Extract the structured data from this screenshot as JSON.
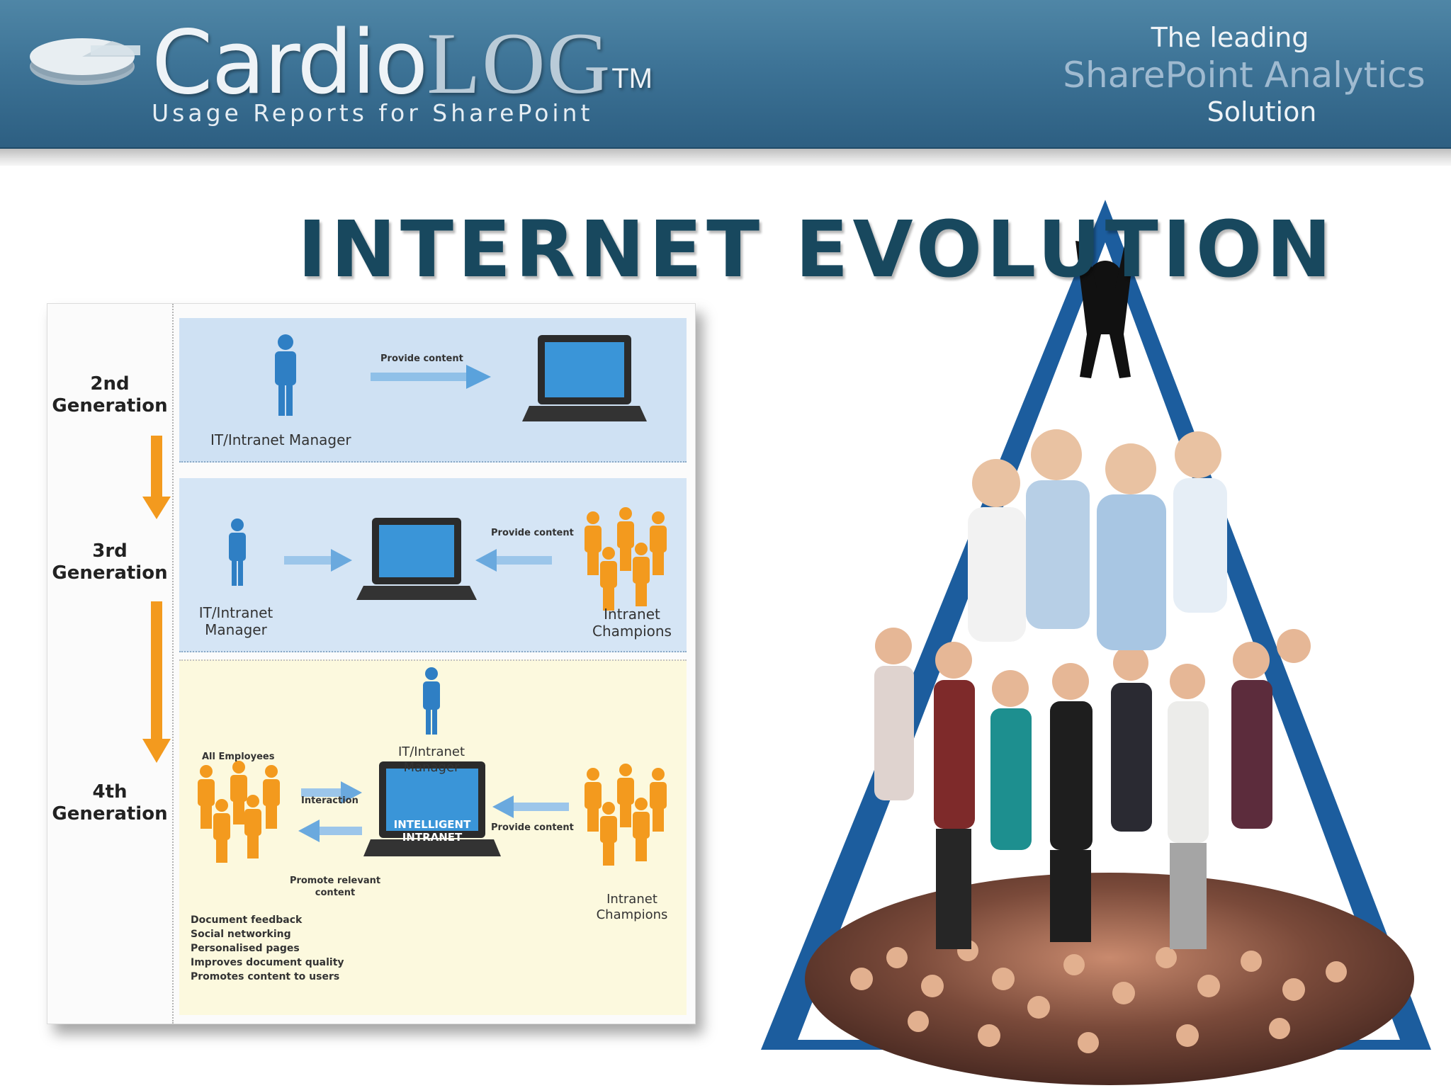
{
  "header": {
    "logo_main": "Cardio",
    "logo_log": "LOG",
    "logo_tm": "TM",
    "logo_tagline": "Usage Reports for SharePoint",
    "tag_line1": "The leading",
    "tag_line2": "SharePoint Analytics",
    "tag_line3": "Solution"
  },
  "title": "Internet Evolution",
  "diagram": {
    "generations": [
      {
        "num": "2nd",
        "word": "Generation"
      },
      {
        "num": "3rd",
        "word": "Generation"
      },
      {
        "num": "4th",
        "word": "Generation"
      }
    ],
    "gen2": {
      "provide_content": "Provide content",
      "manager": "IT/Intranet Manager"
    },
    "gen3": {
      "provide_content": "Provide content",
      "manager_line1": "IT/Intranet",
      "manager_line2": "Manager",
      "champions_line1": "Intranet",
      "champions_line2": "Champions"
    },
    "gen4": {
      "all_employees": "All Employees",
      "manager_line1": "IT/Intranet",
      "manager_line2": "Manager",
      "interaction": "Interaction",
      "provide_content": "Provide content",
      "screen_line1": "INTELLIGENT",
      "screen_line2": "INTRANET",
      "promote_line1": "Promote relevant",
      "promote_line2": "content",
      "champions_line1": "Intranet",
      "champions_line2": "Champions",
      "features": [
        "Document feedback",
        "Social networking",
        "Personalised pages",
        "Improves document quality",
        "Promotes content to users"
      ]
    }
  },
  "colors": {
    "banner": "#3d7396",
    "title": "#18485e",
    "person_blue": "#2f7fc4",
    "person_orange": "#f39a1e",
    "pyramid_blue": "#1c5d9e"
  }
}
